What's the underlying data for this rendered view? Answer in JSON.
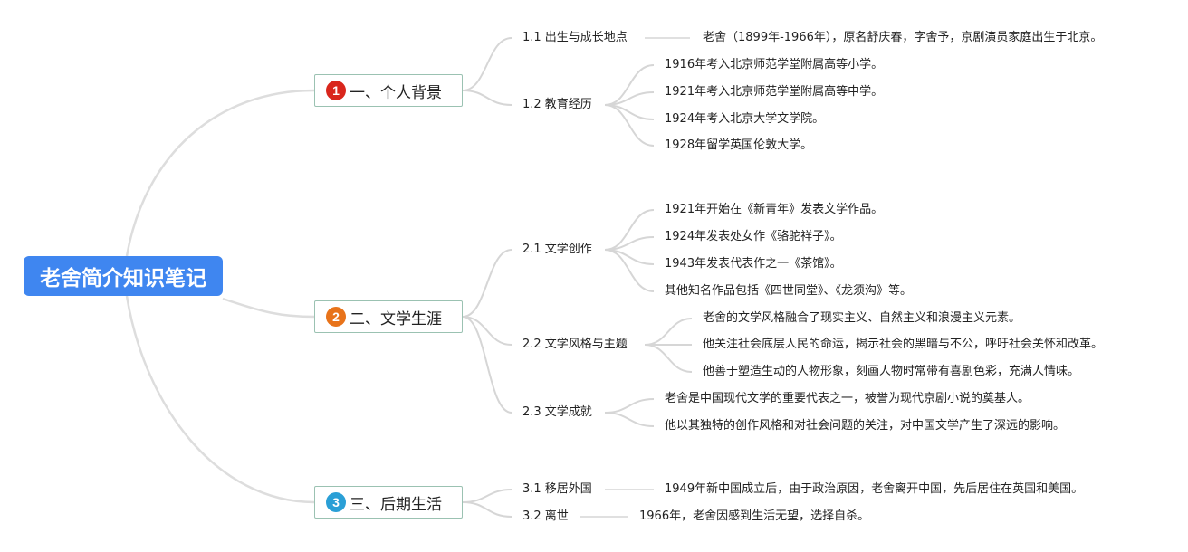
{
  "root": {
    "title": "老舍简介知识笔记",
    "color": "#3f86f0"
  },
  "branches": [
    {
      "num": "1",
      "title": "一、个人背景",
      "badge_color": "#d9261c",
      "subs": [
        {
          "title": "1.1 出生与成长地点",
          "leaves": [
            "老舍（1899年-1966年），原名舒庆春，字舍予，京剧演员家庭出生于北京。"
          ]
        },
        {
          "title": "1.2 教育经历",
          "leaves": [
            "1916年考入北京师范学堂附属高等小学。",
            "1921年考入北京师范学堂附属高等中学。",
            "1924年考入北京大学文学院。",
            "1928年留学英国伦敦大学。"
          ]
        }
      ]
    },
    {
      "num": "2",
      "title": "二、文学生涯",
      "badge_color": "#e8731a",
      "subs": [
        {
          "title": "2.1 文学创作",
          "leaves": [
            "1921年开始在《新青年》发表文学作品。",
            "1924年发表处女作《骆驼祥子》。",
            "1943年发表代表作之一《茶馆》。",
            "其他知名作品包括《四世同堂》、《龙须沟》等。"
          ]
        },
        {
          "title": "2.2 文学风格与主题",
          "leaves": [
            "老舍的文学风格融合了现实主义、自然主义和浪漫主义元素。",
            "他关注社会底层人民的命运，揭示社会的黑暗与不公，呼吁社会关怀和改革。",
            "他善于塑造生动的人物形象，刻画人物时常带有喜剧色彩，充满人情味。"
          ]
        },
        {
          "title": "2.3 文学成就",
          "leaves": [
            "老舍是中国现代文学的重要代表之一，被誉为现代京剧小说的奠基人。",
            "他以其独特的创作风格和对社会问题的关注，对中国文学产生了深远的影响。"
          ]
        }
      ]
    },
    {
      "num": "3",
      "title": "三、后期生活",
      "badge_color": "#2a9fd6",
      "subs": [
        {
          "title": "3.1 移居外国",
          "leaves": [
            "1949年新中国成立后，由于政治原因，老舍离开中国，先后居住在英国和美国。"
          ]
        },
        {
          "title": "3.2 离世",
          "leaves": [
            "1966年，老舍因感到生活无望，选择自杀。"
          ]
        }
      ]
    }
  ]
}
